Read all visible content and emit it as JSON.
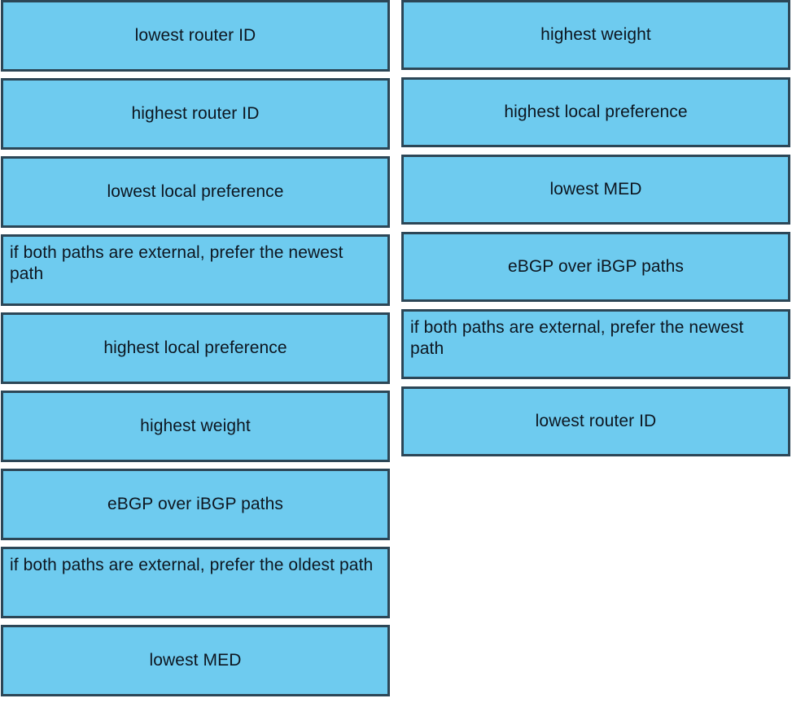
{
  "colors": {
    "box_fill": "#6ecbef",
    "box_border": "#2c4656",
    "text": "#0d1620",
    "page_background": "#ffffff"
  },
  "left_column": {
    "name": "answer-options-column",
    "items": [
      {
        "label": "lowest router ID",
        "multiline": false
      },
      {
        "label": "highest router ID",
        "multiline": false
      },
      {
        "label": "lowest local preference",
        "multiline": false
      },
      {
        "label": "if both paths are external, prefer the newest path",
        "multiline": true
      },
      {
        "label": "highest local preference",
        "multiline": false
      },
      {
        "label": "highest weight",
        "multiline": false
      },
      {
        "label": "eBGP over iBGP paths",
        "multiline": false
      },
      {
        "label": "if both paths are external, prefer the oldest path",
        "multiline": true
      },
      {
        "label": "lowest MED",
        "multiline": false
      }
    ]
  },
  "right_column": {
    "name": "ordered-answer-column",
    "items": [
      {
        "label": "highest weight",
        "multiline": false
      },
      {
        "label": "highest local preference",
        "multiline": false
      },
      {
        "label": "lowest MED",
        "multiline": false
      },
      {
        "label": "eBGP over iBGP paths",
        "multiline": false
      },
      {
        "label": "if both paths are external, prefer the newest path",
        "multiline": true
      },
      {
        "label": "lowest router ID",
        "multiline": false
      }
    ]
  }
}
